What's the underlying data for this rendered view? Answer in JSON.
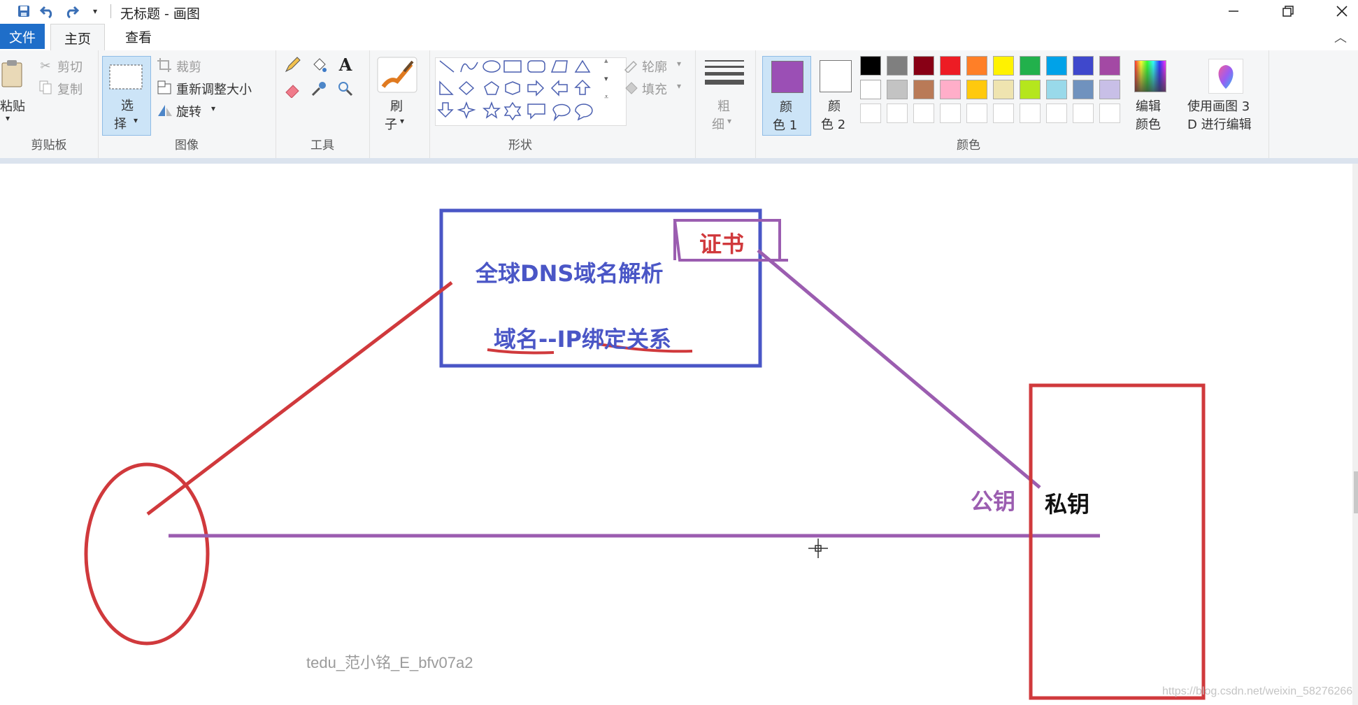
{
  "app": {
    "title": "无标题 - 画图",
    "window_controls": [
      "minimize-icon",
      "restore-icon",
      "close-icon"
    ]
  },
  "tabs": [
    {
      "label": "文件"
    },
    {
      "label": "主页"
    },
    {
      "label": "查看"
    }
  ],
  "ribbon": {
    "clipboard": {
      "paste": "粘贴",
      "cut": "剪切",
      "copy": "复制",
      "group": "剪贴板"
    },
    "image": {
      "select_1": "选",
      "select_2": "择",
      "crop": "裁剪",
      "resize": "重新调整大小",
      "rotate": "旋转",
      "group": "图像"
    },
    "tools": {
      "group": "工具"
    },
    "brushes": {
      "label_1": "刷",
      "label_2": "子"
    },
    "shapes": {
      "outline": "轮廓",
      "fill": "填充",
      "group": "形状"
    },
    "size": {
      "label_1": "粗",
      "label_2": "细"
    },
    "colors": {
      "color1_a": "颜",
      "color1_b": "色 1",
      "color2_a": "颜",
      "color2_b": "色 2",
      "edit_a": "编辑",
      "edit_b": "颜色",
      "paint3d_a": "使用画图 3",
      "paint3d_b": "D 进行编辑",
      "group": "颜色",
      "color1_value": "#9b4fb5",
      "color2_value": "#ffffff",
      "palette_row1": [
        "#000000",
        "#7f7f7f",
        "#880015",
        "#ed1c24",
        "#ff7f27",
        "#fff200",
        "#22b14c",
        "#00a2e8",
        "#3f48cc",
        "#a349a4"
      ],
      "palette_row2": [
        "#ffffff",
        "#c3c3c3",
        "#b97a57",
        "#ffaec9",
        "#ffc90e",
        "#efe4b0",
        "#b5e61d",
        "#99d9ea",
        "#7092be",
        "#c8bfe7"
      ]
    }
  },
  "canvas": {
    "box_text_1": "全球DNS域名解析",
    "box_text_2": "域名--IP绑定关系",
    "cert_label": "证书",
    "public_key": "公钥",
    "private_key": "私钥",
    "watermark_1": "tedu_范小铭_E_bfv07a2",
    "watermark_2": "https://blog.csdn.net/weixin_58276266"
  },
  "colors": {
    "accent": "#1f6ec9",
    "red_ink": "#d0393c",
    "blue_ink": "#4a56c6",
    "purple_ink": "#9b5db0"
  }
}
